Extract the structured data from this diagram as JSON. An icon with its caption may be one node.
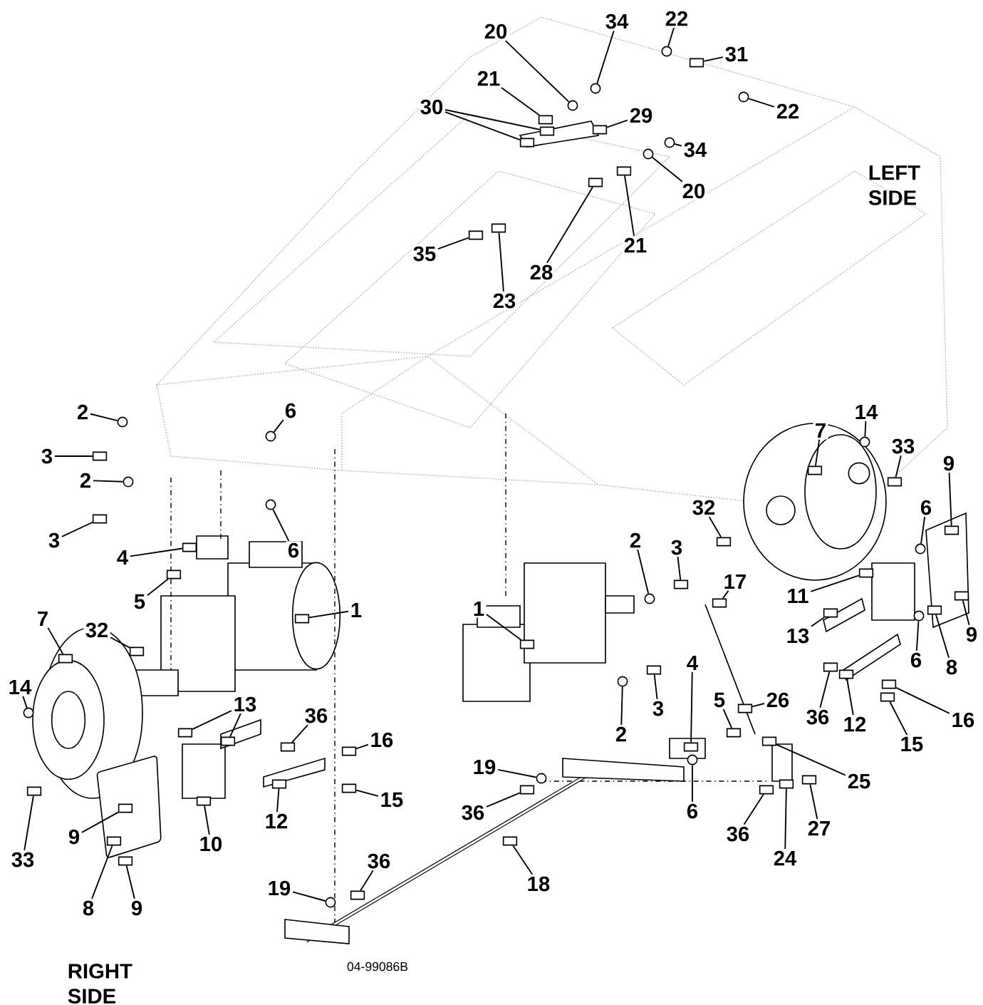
{
  "diagram": {
    "nodes": [
      {
        "text": [
          "20"
        ]
      },
      {
        "text": [
          "34"
        ]
      },
      {
        "text": [
          "22"
        ]
      },
      {
        "text": [
          "31"
        ]
      },
      {
        "text": [
          "21"
        ]
      },
      {
        "text": [
          "30"
        ]
      },
      {
        "text": [
          "29"
        ]
      },
      {
        "text": [
          "22"
        ]
      },
      {
        "text": [
          "34"
        ]
      },
      {
        "text": [
          "20"
        ]
      },
      {
        "text": [
          "35"
        ]
      },
      {
        "text": [
          "21"
        ]
      },
      {
        "text": [
          "28"
        ]
      },
      {
        "text": [
          "23"
        ]
      },
      {
        "text": [
          "2"
        ]
      },
      {
        "text": [
          "6"
        ]
      },
      {
        "text": [
          "14"
        ]
      },
      {
        "text": [
          "33"
        ]
      },
      {
        "text": [
          "7"
        ]
      },
      {
        "text": [
          "9"
        ]
      },
      {
        "text": [
          "3"
        ]
      },
      {
        "text": [
          "2"
        ]
      },
      {
        "text": [
          "32"
        ]
      },
      {
        "text": [
          "3"
        ]
      },
      {
        "text": [
          "6"
        ]
      },
      {
        "text": [
          "6"
        ]
      },
      {
        "text": [
          "4"
        ]
      },
      {
        "text": [
          "3"
        ]
      },
      {
        "text": [
          "2"
        ]
      },
      {
        "text": [
          "5"
        ]
      },
      {
        "text": [
          "17"
        ]
      },
      {
        "text": [
          "11"
        ]
      },
      {
        "text": [
          "1"
        ]
      },
      {
        "text": [
          "1"
        ]
      },
      {
        "text": [
          "7"
        ]
      },
      {
        "text": [
          "32"
        ]
      },
      {
        "text": [
          "14"
        ]
      },
      {
        "text": [
          "13"
        ]
      },
      {
        "text": [
          "9"
        ]
      },
      {
        "text": [
          "6"
        ]
      },
      {
        "text": [
          "8"
        ]
      },
      {
        "text": [
          "4"
        ]
      },
      {
        "text": [
          "13"
        ]
      },
      {
        "text": [
          "5"
        ]
      },
      {
        "text": [
          "26"
        ]
      },
      {
        "text": [
          "36"
        ]
      },
      {
        "text": [
          "12"
        ]
      },
      {
        "text": [
          "16"
        ]
      },
      {
        "text": [
          "36"
        ]
      },
      {
        "text": [
          "16"
        ]
      },
      {
        "text": [
          "3"
        ]
      },
      {
        "text": [
          "2"
        ]
      },
      {
        "text": [
          "15"
        ]
      },
      {
        "text": [
          "15"
        ]
      },
      {
        "text": [
          "19"
        ]
      },
      {
        "text": [
          "25"
        ]
      },
      {
        "text": [
          "12"
        ]
      },
      {
        "text": [
          "9"
        ]
      },
      {
        "text": [
          "6"
        ]
      },
      {
        "text": [
          "36"
        ]
      },
      {
        "text": [
          "10"
        ]
      },
      {
        "text": [
          "27"
        ]
      },
      {
        "text": [
          "36"
        ]
      },
      {
        "text": [
          "24"
        ]
      },
      {
        "text": [
          "33"
        ]
      },
      {
        "text": [
          "18"
        ]
      },
      {
        "text": [
          "8"
        ]
      },
      {
        "text": [
          "9"
        ]
      },
      {
        "text": [
          "36"
        ]
      },
      {
        "text": [
          "19"
        ]
      },
      {
        "text": [],
        "shape": "circle"
      },
      {
        "text": [],
        "shape": "circle"
      },
      {
        "text": [],
        "shape": "circle"
      },
      {
        "text": [],
        "shape": "box"
      },
      {
        "text": [],
        "shape": "box"
      },
      {
        "text": [],
        "shape": "box"
      },
      {
        "text": [],
        "shape": "box"
      },
      {
        "text": [],
        "shape": "box"
      },
      {
        "text": [],
        "shape": "circle"
      },
      {
        "text": [],
        "shape": "circle"
      },
      {
        "text": [],
        "shape": "circle"
      },
      {
        "text": [],
        "shape": "box"
      },
      {
        "text": [],
        "shape": "box"
      },
      {
        "text": [],
        "shape": "box"
      },
      {
        "text": [],
        "shape": "box"
      },
      {
        "text": [],
        "shape": "circle"
      },
      {
        "text": [],
        "shape": "circle"
      },
      {
        "text": [],
        "shape": "circle"
      },
      {
        "text": [],
        "shape": "box"
      },
      {
        "text": [],
        "shape": "box"
      },
      {
        "text": [],
        "shape": "box"
      },
      {
        "text": [],
        "shape": "box"
      },
      {
        "text": [],
        "shape": "circle"
      },
      {
        "text": [],
        "shape": "box"
      },
      {
        "text": [],
        "shape": "box"
      },
      {
        "text": [],
        "shape": "circle"
      },
      {
        "text": [],
        "shape": "circle"
      },
      {
        "text": [],
        "shape": "box"
      },
      {
        "text": [],
        "shape": "box"
      },
      {
        "text": [],
        "shape": "circle"
      },
      {
        "text": [],
        "shape": "box"
      },
      {
        "text": [],
        "shape": "box"
      },
      {
        "text": [],
        "shape": "box"
      },
      {
        "text": [],
        "shape": "box"
      },
      {
        "text": [],
        "shape": "box"
      },
      {
        "text": [],
        "shape": "box"
      },
      {
        "text": [],
        "shape": "box"
      },
      {
        "text": [],
        "shape": "circle"
      },
      {
        "text": [],
        "shape": "box"
      },
      {
        "text": [],
        "shape": "box"
      },
      {
        "text": [],
        "shape": "box"
      },
      {
        "text": [],
        "shape": "circle"
      },
      {
        "text": [],
        "shape": "box"
      },
      {
        "text": [],
        "shape": "box"
      },
      {
        "text": [],
        "shape": "box"
      },
      {
        "text": [],
        "shape": "box"
      },
      {
        "text": [],
        "shape": "box"
      },
      {
        "text": [],
        "shape": "box"
      },
      {
        "text": [],
        "shape": "box"
      },
      {
        "text": [],
        "shape": "box"
      },
      {
        "text": [],
        "shape": "box"
      },
      {
        "text": [],
        "shape": "box"
      },
      {
        "text": [],
        "shape": "box"
      },
      {
        "text": [],
        "shape": "circle"
      },
      {
        "text": [],
        "shape": "box"
      },
      {
        "text": [],
        "shape": "box"
      },
      {
        "text": [],
        "shape": "circle"
      },
      {
        "text": [],
        "shape": "box"
      },
      {
        "text": [],
        "shape": "box"
      },
      {
        "text": [],
        "shape": "box"
      },
      {
        "text": [],
        "shape": "circle"
      },
      {
        "text": [],
        "shape": "box"
      },
      {
        "text": [],
        "shape": "box"
      },
      {
        "text": [],
        "shape": "box"
      },
      {
        "text": [],
        "shape": "box"
      },
      {
        "text": [],
        "shape": "box"
      },
      {
        "text": [],
        "shape": "box"
      },
      {
        "text": [],
        "shape": "box"
      },
      {
        "text": [],
        "shape": "box"
      },
      {
        "text": [],
        "shape": "box"
      },
      {
        "text": [],
        "shape": "box"
      },
      {
        "text": [],
        "shape": "circle"
      }
    ],
    "edges": [
      {
        "from": 0,
        "to": 70,
        "arrow": "none"
      },
      {
        "from": 1,
        "to": 71,
        "arrow": "none"
      },
      {
        "from": 2,
        "to": 72,
        "arrow": "none"
      },
      {
        "from": 3,
        "to": 73,
        "arrow": "none"
      },
      {
        "from": 4,
        "to": 74,
        "arrow": "none"
      },
      {
        "from": 5,
        "to": 75,
        "arrow": "none"
      },
      {
        "from": 5,
        "to": 76,
        "arrow": "none"
      },
      {
        "from": 6,
        "to": 77,
        "arrow": "none"
      },
      {
        "from": 7,
        "to": 78,
        "arrow": "none"
      },
      {
        "from": 8,
        "to": 79,
        "arrow": "none"
      },
      {
        "from": 9,
        "to": 80,
        "arrow": "none"
      },
      {
        "from": 10,
        "to": 81,
        "arrow": "none"
      },
      {
        "from": 11,
        "to": 82,
        "arrow": "none"
      },
      {
        "from": 12,
        "to": 83,
        "arrow": "none"
      },
      {
        "from": 13,
        "to": 84,
        "arrow": "none"
      },
      {
        "from": 14,
        "to": 85,
        "arrow": "none"
      },
      {
        "from": 15,
        "to": 86,
        "arrow": "none"
      },
      {
        "from": 16,
        "to": 87,
        "arrow": "none"
      },
      {
        "from": 17,
        "to": 88,
        "arrow": "none"
      },
      {
        "from": 18,
        "to": 89,
        "arrow": "none"
      },
      {
        "from": 19,
        "to": 90,
        "arrow": "none"
      },
      {
        "from": 20,
        "to": 91,
        "arrow": "none"
      },
      {
        "from": 21,
        "to": 92,
        "arrow": "none"
      },
      {
        "from": 22,
        "to": 93,
        "arrow": "none"
      },
      {
        "from": 23,
        "to": 94,
        "arrow": "none"
      },
      {
        "from": 24,
        "to": 95,
        "arrow": "none"
      },
      {
        "from": 25,
        "to": 96,
        "arrow": "none"
      },
      {
        "from": 26,
        "to": 97,
        "arrow": "none"
      },
      {
        "from": 27,
        "to": 98,
        "arrow": "none"
      },
      {
        "from": 28,
        "to": 99,
        "arrow": "none"
      },
      {
        "from": 29,
        "to": 100,
        "arrow": "none"
      },
      {
        "from": 30,
        "to": 101,
        "arrow": "none"
      },
      {
        "from": 31,
        "to": 102,
        "arrow": "none"
      },
      {
        "from": 32,
        "to": 103,
        "arrow": "none"
      },
      {
        "from": 33,
        "to": 104,
        "arrow": "none"
      },
      {
        "from": 34,
        "to": 105,
        "arrow": "none"
      },
      {
        "from": 35,
        "to": 106,
        "arrow": "none"
      },
      {
        "from": 36,
        "to": 107,
        "arrow": "none"
      },
      {
        "from": 37,
        "to": 108,
        "arrow": "none"
      },
      {
        "from": 37,
        "to": 109,
        "arrow": "none"
      },
      {
        "from": 38,
        "to": 110,
        "arrow": "none"
      },
      {
        "from": 39,
        "to": 111,
        "arrow": "none"
      },
      {
        "from": 40,
        "to": 112,
        "arrow": "none"
      },
      {
        "from": 41,
        "to": 113,
        "arrow": "none"
      },
      {
        "from": 42,
        "to": 114,
        "arrow": "none"
      },
      {
        "from": 43,
        "to": 115,
        "arrow": "none"
      },
      {
        "from": 44,
        "to": 116,
        "arrow": "none"
      },
      {
        "from": 45,
        "to": 117,
        "arrow": "none"
      },
      {
        "from": 46,
        "to": 118,
        "arrow": "none"
      },
      {
        "from": 47,
        "to": 119,
        "arrow": "none"
      },
      {
        "from": 48,
        "to": 120,
        "arrow": "none"
      },
      {
        "from": 49,
        "to": 121,
        "arrow": "none"
      },
      {
        "from": 50,
        "to": 122,
        "arrow": "none"
      },
      {
        "from": 51,
        "to": 123,
        "arrow": "none"
      },
      {
        "from": 52,
        "to": 124,
        "arrow": "none"
      },
      {
        "from": 53,
        "to": 125,
        "arrow": "none"
      },
      {
        "from": 54,
        "to": 126,
        "arrow": "none"
      },
      {
        "from": 55,
        "to": 127,
        "arrow": "none"
      },
      {
        "from": 56,
        "to": 128,
        "arrow": "none"
      },
      {
        "from": 57,
        "to": 129,
        "arrow": "none"
      },
      {
        "from": 58,
        "to": 130,
        "arrow": "none"
      },
      {
        "from": 59,
        "to": 131,
        "arrow": "none"
      },
      {
        "from": 60,
        "to": 132,
        "arrow": "none"
      },
      {
        "from": 61,
        "to": 133,
        "arrow": "none"
      },
      {
        "from": 62,
        "to": 134,
        "arrow": "none"
      },
      {
        "from": 63,
        "to": 135,
        "arrow": "none"
      },
      {
        "from": 64,
        "to": 136,
        "arrow": "none"
      },
      {
        "from": 65,
        "to": 137,
        "arrow": "none"
      },
      {
        "from": 66,
        "to": 138,
        "arrow": "none"
      },
      {
        "from": 67,
        "to": 139,
        "arrow": "none"
      },
      {
        "from": 68,
        "to": 140,
        "arrow": "none"
      },
      {
        "from": 69,
        "to": 141,
        "arrow": "none"
      }
    ],
    "labels": [
      "LEFT SIDE",
      "04-99086B",
      "RIGHT SIDE"
    ]
  }
}
